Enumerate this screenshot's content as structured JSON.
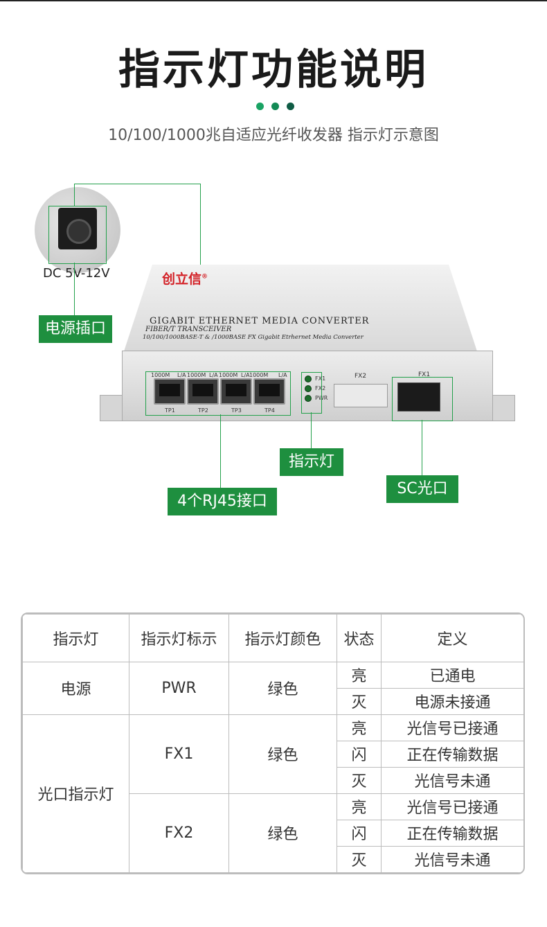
{
  "header": {
    "title": "指示灯功能说明",
    "subtitle": "10/100/1000兆自适应光纤收发器 指示灯示意图",
    "dot_colors": [
      "#1aa364",
      "#138a55",
      "#0f5c45"
    ]
  },
  "device": {
    "brand": "创立信",
    "brand_mark": "®",
    "line1": "GIGABIT ETHERNET MEDIA CONVERTER",
    "line2": "FIBER/T TRANSCEIVER",
    "line3": "10/100/1000BASE-T & /1000BASE FX Gigabit Etrhernet Media Converter",
    "dc_label": "DC 5V-12V",
    "ports": [
      "TP1",
      "TP2",
      "TP3",
      "TP4"
    ],
    "port_top_left": "1000M",
    "port_top_right": "L/A",
    "leds": [
      "FX1",
      "FX2",
      "PWR"
    ],
    "fx2_label": "FX2",
    "fx1_label": "FX1"
  },
  "callouts": {
    "power": "电源插口",
    "rj45": "4个RJ45接口",
    "indicator": "指示灯",
    "sc": "SC光口"
  },
  "table": {
    "headers": [
      "指示灯",
      "指示灯标示",
      "指示灯颜色",
      "状态",
      "定义"
    ],
    "power": {
      "name": "电源",
      "mark": "PWR",
      "color": "绿色",
      "states": [
        {
          "state": "亮",
          "def": "已通电"
        },
        {
          "state": "灭",
          "def": "电源未接通"
        }
      ]
    },
    "optical": {
      "name": "光口指示灯",
      "fx1": {
        "mark": "FX1",
        "color": "绿色",
        "states": [
          {
            "state": "亮",
            "def": "光信号已接通"
          },
          {
            "state": "闪",
            "def": "正在传输数据"
          },
          {
            "state": "灭",
            "def": "光信号未通"
          }
        ]
      },
      "fx2": {
        "mark": "FX2",
        "color": "绿色",
        "states": [
          {
            "state": "亮",
            "def": "光信号已接通"
          },
          {
            "state": "闪",
            "def": "正在传输数据"
          },
          {
            "state": "灭",
            "def": "光信号未通"
          }
        ]
      }
    }
  }
}
